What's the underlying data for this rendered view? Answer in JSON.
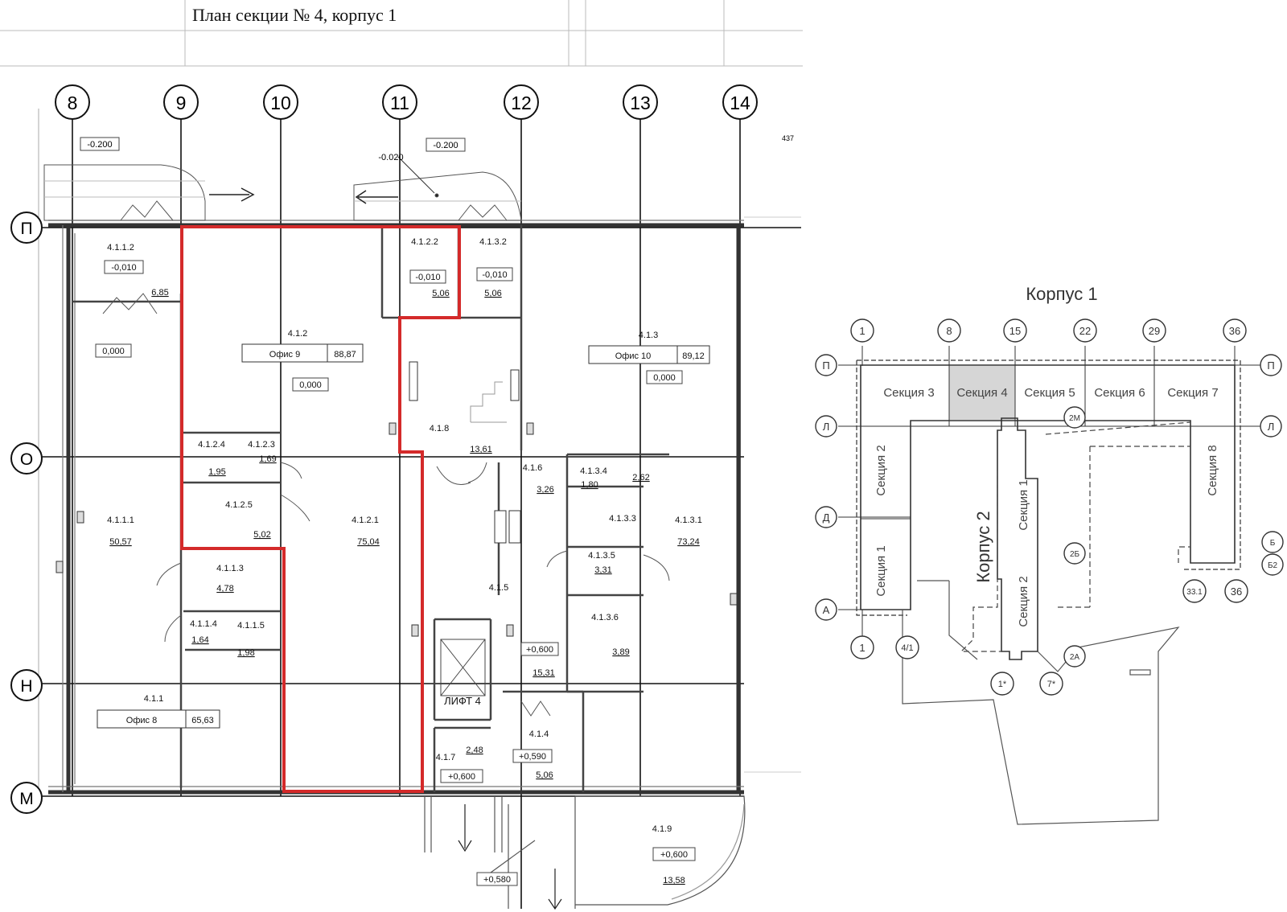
{
  "header": {
    "title": "План секции № 4, корпус 1"
  },
  "plan": {
    "axes_vertical": [
      "8",
      "9",
      "10",
      "11",
      "12",
      "13",
      "14"
    ],
    "axes_horizontal": [
      "П",
      "О",
      "Н",
      "М"
    ],
    "edge_mark": "437",
    "levels": [
      "-0.200",
      "-0.020",
      "-0.200"
    ],
    "rooms": {
      "r4112": {
        "id": "4.1.1.2",
        "level": "-0,010",
        "area": "6,85"
      },
      "r4122": {
        "id": "4.1.2.2",
        "level": "-0,010",
        "area": "5,06"
      },
      "r4132": {
        "id": "4.1.3.2",
        "level": "-0,010",
        "area": "5,06"
      },
      "r412": {
        "id": "4.1.2",
        "label": "Офис 9",
        "area": "88,87",
        "level": "0,000"
      },
      "r413": {
        "id": "4.1.3",
        "label": "Офис 10",
        "area": "89,12",
        "level": "0,000"
      },
      "r41": {
        "level": "0,000"
      },
      "r418": {
        "id": "4.1.8",
        "area": "13,61"
      },
      "r4124": {
        "id": "4.1.2.4",
        "area": "1,95"
      },
      "r4123": {
        "id": "4.1.2.3",
        "area": "1,69"
      },
      "r4125": {
        "id": "4.1.2.5",
        "area": "5,02"
      },
      "r4111": {
        "id": "4.1.1.1",
        "area": "50,57"
      },
      "r4121": {
        "id": "4.1.2.1",
        "area": "75,04"
      },
      "r4131": {
        "id": "4.1.3.1",
        "area": "73,24"
      },
      "r416": {
        "id": "4.1.6",
        "area": "3,26"
      },
      "r4134": {
        "id": "4.1.3.4",
        "area": "1,80"
      },
      "r4133": {
        "id": "4.1.3.3",
        "area": "2,62"
      },
      "r4135": {
        "id": "4.1.3.5",
        "area": "3,31"
      },
      "r4113": {
        "id": "4.1.1.3",
        "area": "4,78"
      },
      "r4114": {
        "id": "4.1.1.4",
        "area": "1,64"
      },
      "r4115": {
        "id": "4.1.1.5",
        "area": "1,98"
      },
      "r415": {
        "id": "4.1.5",
        "level": "+0,600",
        "area": "15,31"
      },
      "r4136": {
        "id": "4.1.3.6",
        "area": "3,89"
      },
      "lift": {
        "label": "ЛИФТ 4"
      },
      "r411": {
        "id": "4.1.1",
        "label": "Офис 8",
        "area": "65,63"
      },
      "r417": {
        "id": "4.1.7",
        "area": "2,48",
        "level": "+0,600"
      },
      "r414": {
        "id": "4.1.4",
        "level": "+0,590",
        "area": "5,06"
      },
      "r419": {
        "id": "4.1.9",
        "level": "+0,600",
        "area": "13,58"
      },
      "stair_level": "+0,580"
    }
  },
  "key_plan": {
    "title": "Корпус 1",
    "building2": "Корпус 2",
    "axes": [
      "1",
      "8",
      "15",
      "22",
      "29",
      "36"
    ],
    "rows": [
      "П",
      "Л",
      "Д",
      "А"
    ],
    "sections_top": [
      "Секция 3",
      "Секция 4",
      "Секция 5",
      "Секция 6",
      "Секция 7"
    ],
    "highlighted_section": "Секция 4",
    "left_sections": [
      "Секция 2",
      "Секция 1"
    ],
    "right_section": "Секция 8",
    "b2_sections": [
      "Секция 1",
      "Секция 2"
    ],
    "markers": [
      "2М",
      "2Б",
      "2А",
      "1*",
      "7*",
      "4/1",
      "1",
      "33.1",
      "36",
      "Б",
      "Б2",
      "П",
      "Л"
    ]
  },
  "colors": {
    "highlight_outline": "#d42a2a",
    "section_highlight": "#d6d6d6",
    "line": "#222222"
  }
}
